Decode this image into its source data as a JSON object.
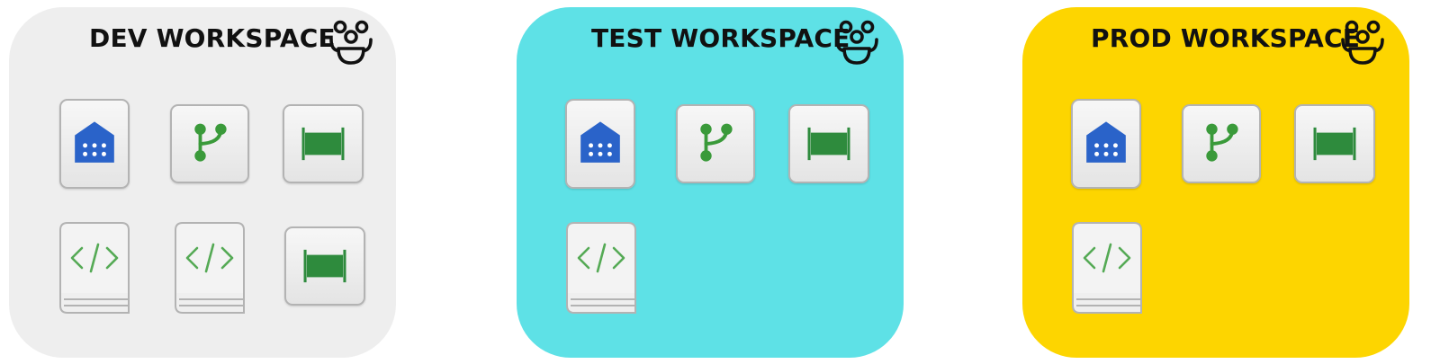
{
  "workspaces": [
    {
      "title": "DEV WORKSPACE",
      "bg": "#eeeeee",
      "items": [
        "warehouse-icon",
        "git-branch-icon",
        "pipeline-icon",
        "notebook-icon",
        "notebook-icon",
        "pipeline-icon"
      ]
    },
    {
      "title": "TEST WORKSPACE",
      "bg": "#5ee1e6",
      "items": [
        "warehouse-icon",
        "git-branch-icon",
        "pipeline-icon",
        "notebook-icon"
      ]
    },
    {
      "title": "PROD WORKSPACE",
      "bg": "#fdd500",
      "items": [
        "warehouse-icon",
        "git-branch-icon",
        "pipeline-icon",
        "notebook-icon"
      ]
    }
  ],
  "colors": {
    "warehouse": "#2a63c9",
    "git": "#3a9a3a",
    "pipeline": "#2e8b3d",
    "code": "#55aa55"
  }
}
